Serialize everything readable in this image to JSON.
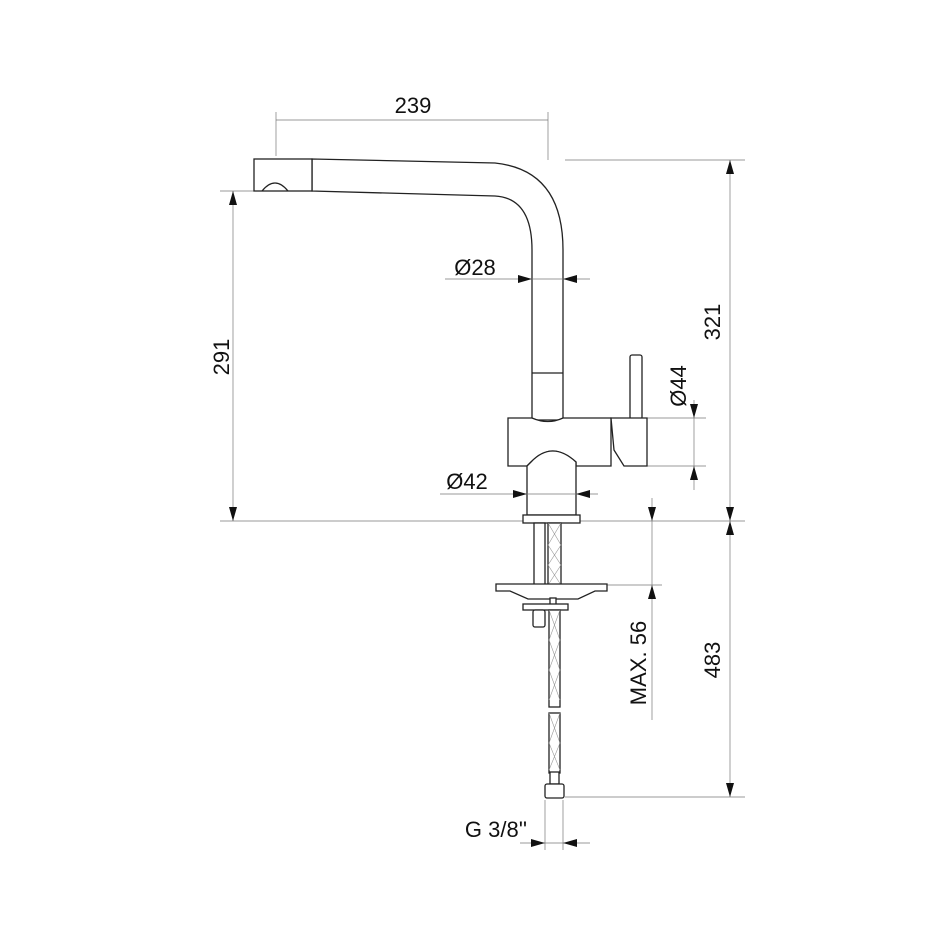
{
  "drawing": {
    "dimensions": {
      "spout_reach": "239",
      "spout_height": "291",
      "total_height": "321",
      "spout_diameter": "Ø28",
      "body_diameter": "Ø44",
      "base_diameter": "Ø42",
      "max_thickness": "MAX. 56",
      "hose_length": "483",
      "connection": "G 3/8''"
    }
  }
}
